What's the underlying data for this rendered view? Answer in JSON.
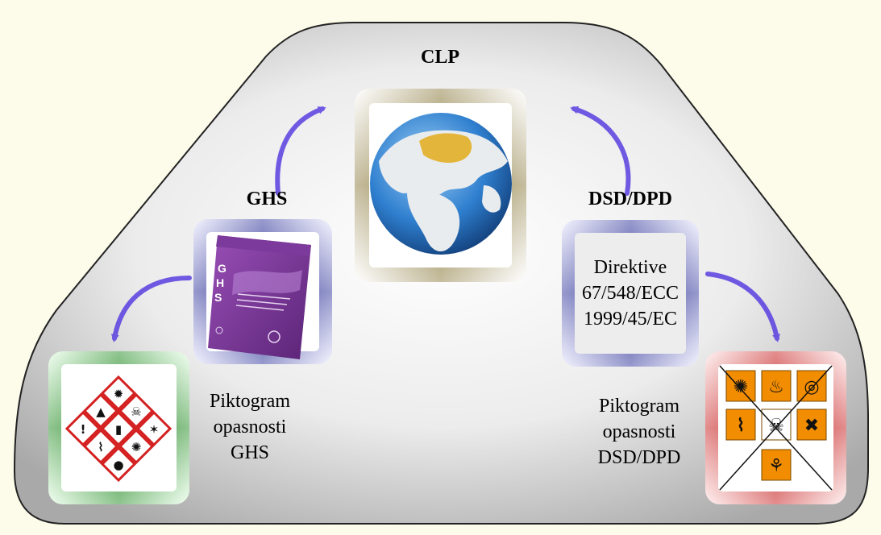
{
  "nodes": {
    "clp": {
      "title": "CLP"
    },
    "ghs": {
      "title": "GHS"
    },
    "dsd": {
      "title": "DSD/DPD",
      "lines": [
        "Direktive",
        "67/548/ECC",
        "1999/45/EC"
      ]
    },
    "ghs_pictogram": {
      "lines": [
        "Piktogram",
        "opasnosti",
        "GHS"
      ]
    },
    "dsd_pictogram": {
      "lines": [
        "Piktogram",
        "opasnosti",
        "DSD/DPD"
      ]
    }
  },
  "colors": {
    "page_background": "#fdfbe9",
    "clp_frame": "#8c7b3e",
    "ghs_frame": "#3a3f9a",
    "dsd_frame": "#3a3f9a",
    "ghs_pictogram_frame": "#2e8b2e",
    "dsd_pictogram_frame": "#c62828",
    "arrow": "#5a3fe0",
    "ghs_diamond_border": "#d42020",
    "dsd_square_fill": "#f28c00"
  },
  "icons": {
    "clp": "globe-icon",
    "ghs": "ghs-purple-book-icon",
    "ghs_pictogram": "ghs-hazard-diamonds-icon",
    "dsd_pictogram": "dsd-orange-hazard-squares-icon",
    "ghs_diamonds": [
      "flame-over-circle-icon",
      "environment-icon",
      "skull-crossbones-icon",
      "exclamation-mark-icon",
      "gas-cylinder-icon",
      "flame-icon",
      "corrosion-icon",
      "exploding-bomb-icon",
      "health-hazard-icon"
    ],
    "dsd_squares": [
      "explosive-icon",
      "flame-icon",
      "oxidizing-icon",
      "corrosive-icon",
      "toxic-skull-icon",
      "harmful-x-icon",
      "environment-icon"
    ],
    "dsd_cross": "cross-out-icon"
  }
}
